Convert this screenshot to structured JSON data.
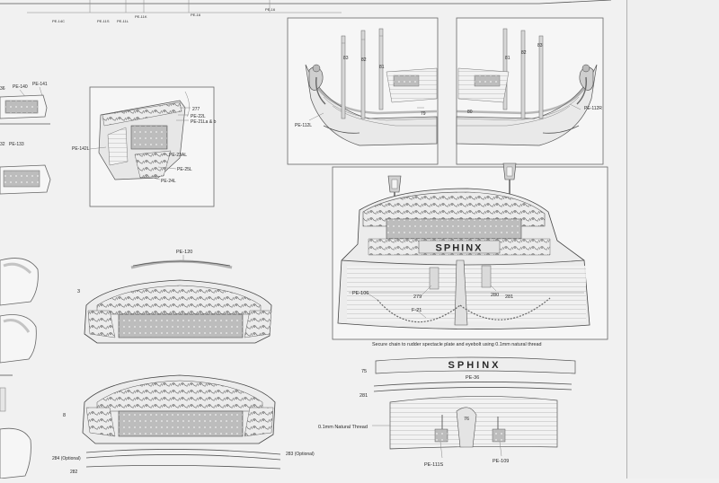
{
  "top_strip": {
    "labels": [
      "PE-14C",
      "PE-11S",
      "PE-11L",
      "PE-11K",
      "PE-16"
    ]
  },
  "bow_left": {
    "labels": {
      "n83": "83",
      "n82": "82",
      "n81": "81",
      "n79": "79",
      "part": "PE-112L"
    }
  },
  "bow_right": {
    "labels": {
      "n81": "81",
      "n82": "82",
      "n83": "83",
      "n80": "80",
      "part": "PE-112R"
    }
  },
  "quarter_gallery": {
    "labels": {
      "n277": "277",
      "pe22": "PE-22L",
      "pe21": "PE-21La & b",
      "pe142": "PE-142L",
      "pe23": "PE-23AL",
      "pe25": "PE-25L",
      "pe24": "PE-24L"
    }
  },
  "left_edge": {
    "labels": {
      "n36": "36",
      "pe140": "PE-140",
      "pe141": "PE-141",
      "pe133": "PE-133",
      "n32": "32"
    }
  },
  "stern_main": {
    "name_plate": "SPHINX",
    "labels": {
      "pe106": "PE-106",
      "n279": "279",
      "n280": "280",
      "n281": "281",
      "f21": "F-21"
    },
    "caption": "Secure chain to rudder spectacle plate and eyebolt using 0.1mm natural thread"
  },
  "stern_mid": {
    "labels": {
      "pe120": "PE-120",
      "n3": "3"
    }
  },
  "stern_low": {
    "labels": {
      "n8": "8",
      "n284": "284 (Optional)",
      "n283": "283 (Optional)",
      "n282": "282"
    }
  },
  "name_board": {
    "text": "SPHINX",
    "labels": {
      "n75": "75",
      "pe36": "PE-36",
      "n281": "281"
    }
  },
  "rudder_detail": {
    "labels": {
      "thread": "0.1mm Natural Thread",
      "n76": "76",
      "pe111s": "PE-111S",
      "pe109": "PE-109"
    }
  }
}
